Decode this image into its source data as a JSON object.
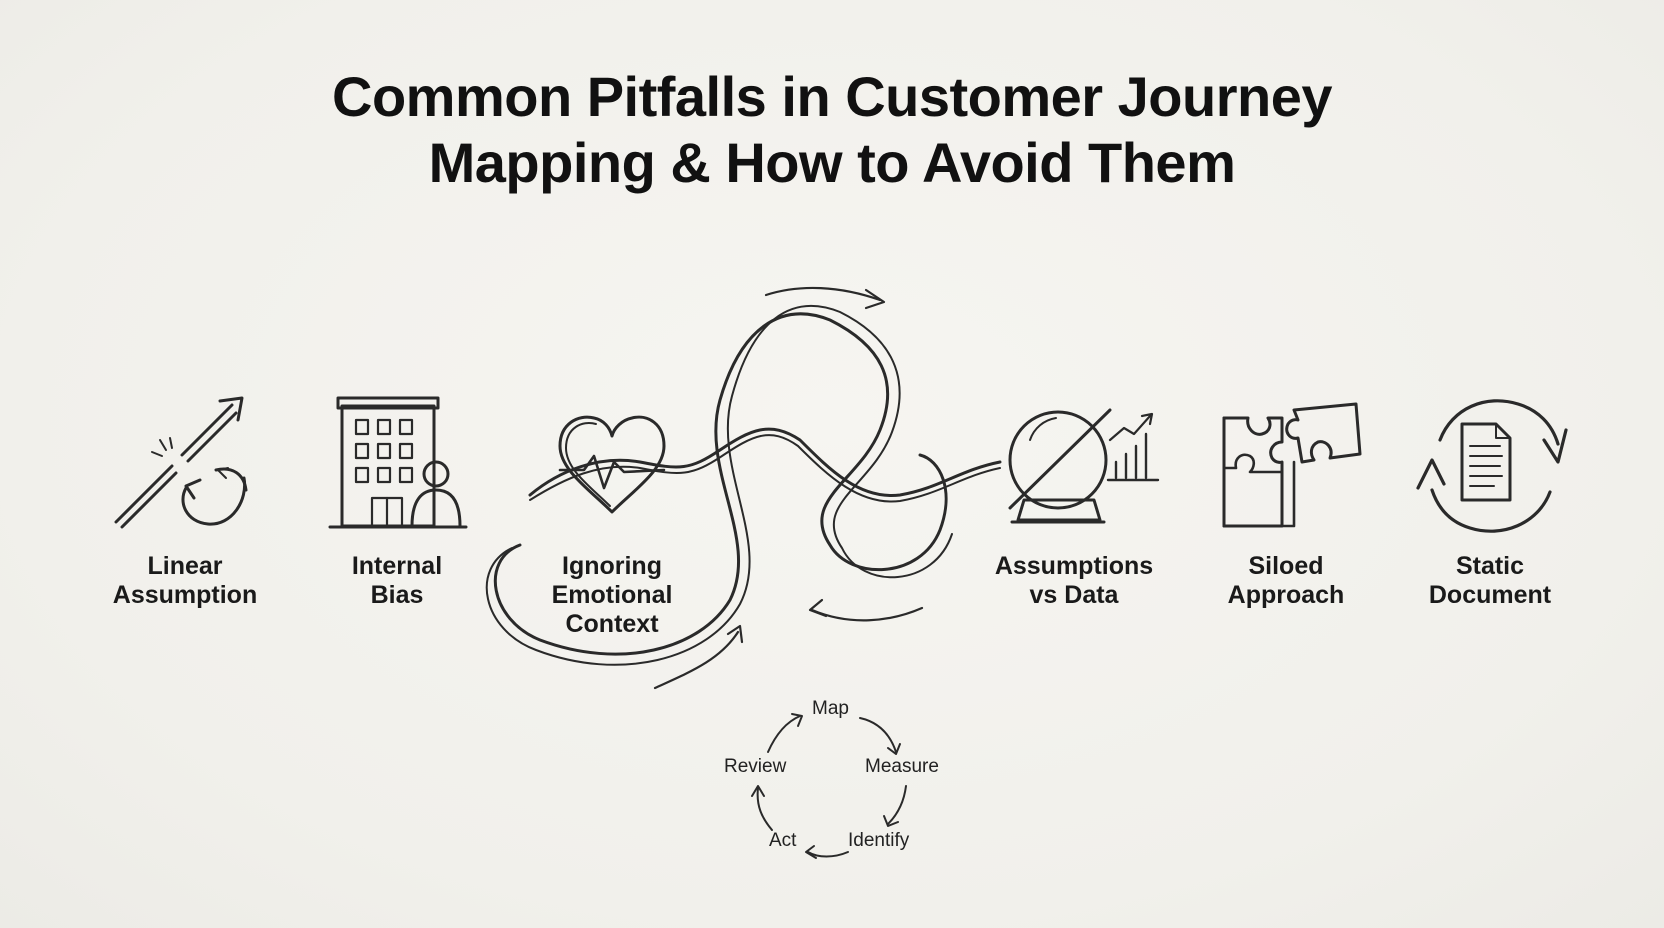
{
  "title": {
    "line1": "Common Pitfalls in Customer Journey",
    "line2": "Mapping & How to Avoid Them"
  },
  "pitfalls": [
    {
      "line1": "Linear",
      "line2": "Assumption",
      "icon": "broken-arrow-refresh-icon"
    },
    {
      "line1": "Internal",
      "line2": "Bias",
      "icon": "office-building-person-icon"
    },
    {
      "line1": "Ignoring",
      "line2": "Emotional",
      "line3": "Context",
      "icon": "heart-pulse-icon"
    },
    {
      "line1": "Assumptions",
      "line2": "vs Data",
      "icon": "crystal-ball-chart-icon"
    },
    {
      "line1": "Siloed",
      "line2": "Approach",
      "icon": "puzzle-pieces-icon"
    },
    {
      "line1": "Static",
      "line2": "Document",
      "icon": "document-refresh-icon"
    }
  ],
  "cycle": {
    "steps": [
      "Map",
      "Measure",
      "Identify",
      "Act",
      "Review"
    ]
  }
}
